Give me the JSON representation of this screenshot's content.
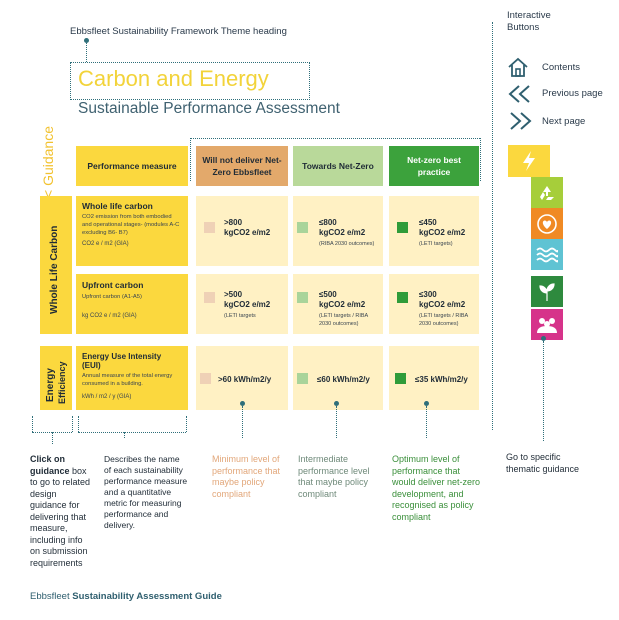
{
  "header": {
    "annotation": "Ebbsfleet Sustainability Framework Theme heading",
    "title": "Carbon and Energy",
    "subtitle": "Sustainable Performance Assessment",
    "guidance": "< Guidance"
  },
  "table": {
    "columns": {
      "measure": "Performance measure",
      "will_not": "Will not deliver Net-Zero Ebbsfleet",
      "towards": "Towards Net-Zero",
      "netzero": "Net-zero best practice"
    },
    "groups": {
      "wlc": "Whole Life Carbon",
      "energy_1": "Energy",
      "energy_2": "Efficiency"
    },
    "rows": [
      {
        "title": "Whole life carbon",
        "desc": "CO2 emission from both embodied and operational stages- (modules A-C excluding B6- B7)",
        "unit": "CO2 e / m2 (GIA)",
        "v1": ">800",
        "v1b": "kgCO2 e/m2",
        "n1": "",
        "v2": "≤800",
        "v2b": "kgCO2 e/m2",
        "n2": "(RIBA 2030 outcomes)",
        "v3": "≤450",
        "v3b": "kgCO2 e/m2",
        "n3": "(LETI targets)"
      },
      {
        "title": "Upfront carbon",
        "desc": "Upfront carbon (A1-A5)",
        "unit": "kg CO2 e / m2 (GIA)",
        "v1": ">500",
        "v1b": "kgCO2 e/m2",
        "n1": "(LETI targets",
        "v2": "≤500",
        "v2b": "kgCO2 e/m2",
        "n2": "(LETI targets / RIBA 2030 outcomes)",
        "v3": "≤300",
        "v3b": "kgCO2 e/m2",
        "n3": "(LETI targets / RIBA 2030 outcomes)"
      },
      {
        "title": "Energy Use Intensity (EUI)",
        "desc": "Annual measure of the total energy consumed in a building.",
        "unit": "kWh / m2 / y (GIA)",
        "v1": ">60 kWh/m2/y",
        "v2": "≤60 kWh/m2/y",
        "v3": "≤35 kWh/m2/y"
      }
    ]
  },
  "nav": {
    "heading": "Interactive Buttons",
    "contents": "Contents",
    "previous": "Previous page",
    "next": "Next page",
    "themes_note": "Go to specific thematic guidance"
  },
  "annotations": {
    "guidance_bold": "Click on guidance",
    "guidance_rest": "box to go to related design guidance for delivering that measure, including info on submission requirements",
    "measure": "Describes the name of each sustainability performance measure and a quantitative metric for measuring performance and delivery.",
    "minimum": "Minimum level of performance that maybe policy compliant",
    "intermediate": "Intermediate performance level that maybe policy compliant",
    "optimum": "Optimum level of performance that would deliver net-zero development, and recognised as policy compliant"
  },
  "colors": {
    "yellow": "#fbd83e",
    "orange": "#e3a96b",
    "light_green": "#b9d99a",
    "green": "#3ca23c",
    "teal": "#2f6f7a"
  },
  "footer": {
    "prefix": "Ebbsfleet",
    "rest": "Sustainability Assessment Guide"
  }
}
